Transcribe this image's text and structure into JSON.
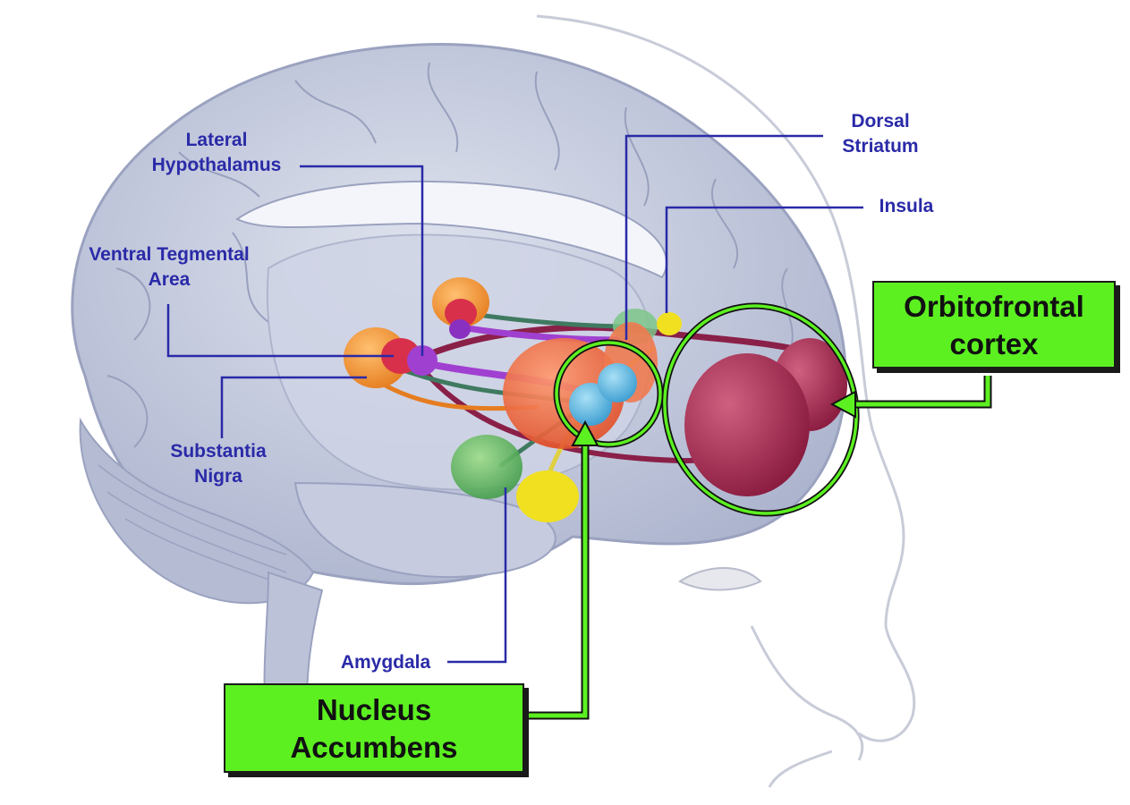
{
  "labels": {
    "lateral_hypothalamus": [
      "Lateral",
      "Hypothalamus"
    ],
    "ventral_tegmental_area": [
      "Ventral Tegmental",
      "Area"
    ],
    "substantia_nigra": [
      "Substantia",
      "Nigra"
    ],
    "amygdala": "Amygdala",
    "dorsal_striatum": [
      "Dorsal",
      "Striatum"
    ],
    "insula": "Insula"
  },
  "highlight_boxes": {
    "orbitofrontal_cortex": [
      "Orbitofrontal",
      "cortex"
    ],
    "nucleus_accumbens": [
      "Nucleus",
      "Accumbens"
    ]
  },
  "colors": {
    "label_text": "#2a2aa8",
    "leader_line": "#2a2aa8",
    "highlight_fill": "#5cf021",
    "highlight_outline": "#111111",
    "brain": "#b9c0d8",
    "orbitofrontal": "#a3284e",
    "nucleus_accumbens": "#5ab8e0",
    "amygdala": "#5cb85c",
    "hypothalamus": "#f29a3a",
    "striatum": "#f26a40",
    "insula_region": "#f0e020",
    "pathway_purple": "#a040d0",
    "pathway_maroon": "#8a2048"
  }
}
